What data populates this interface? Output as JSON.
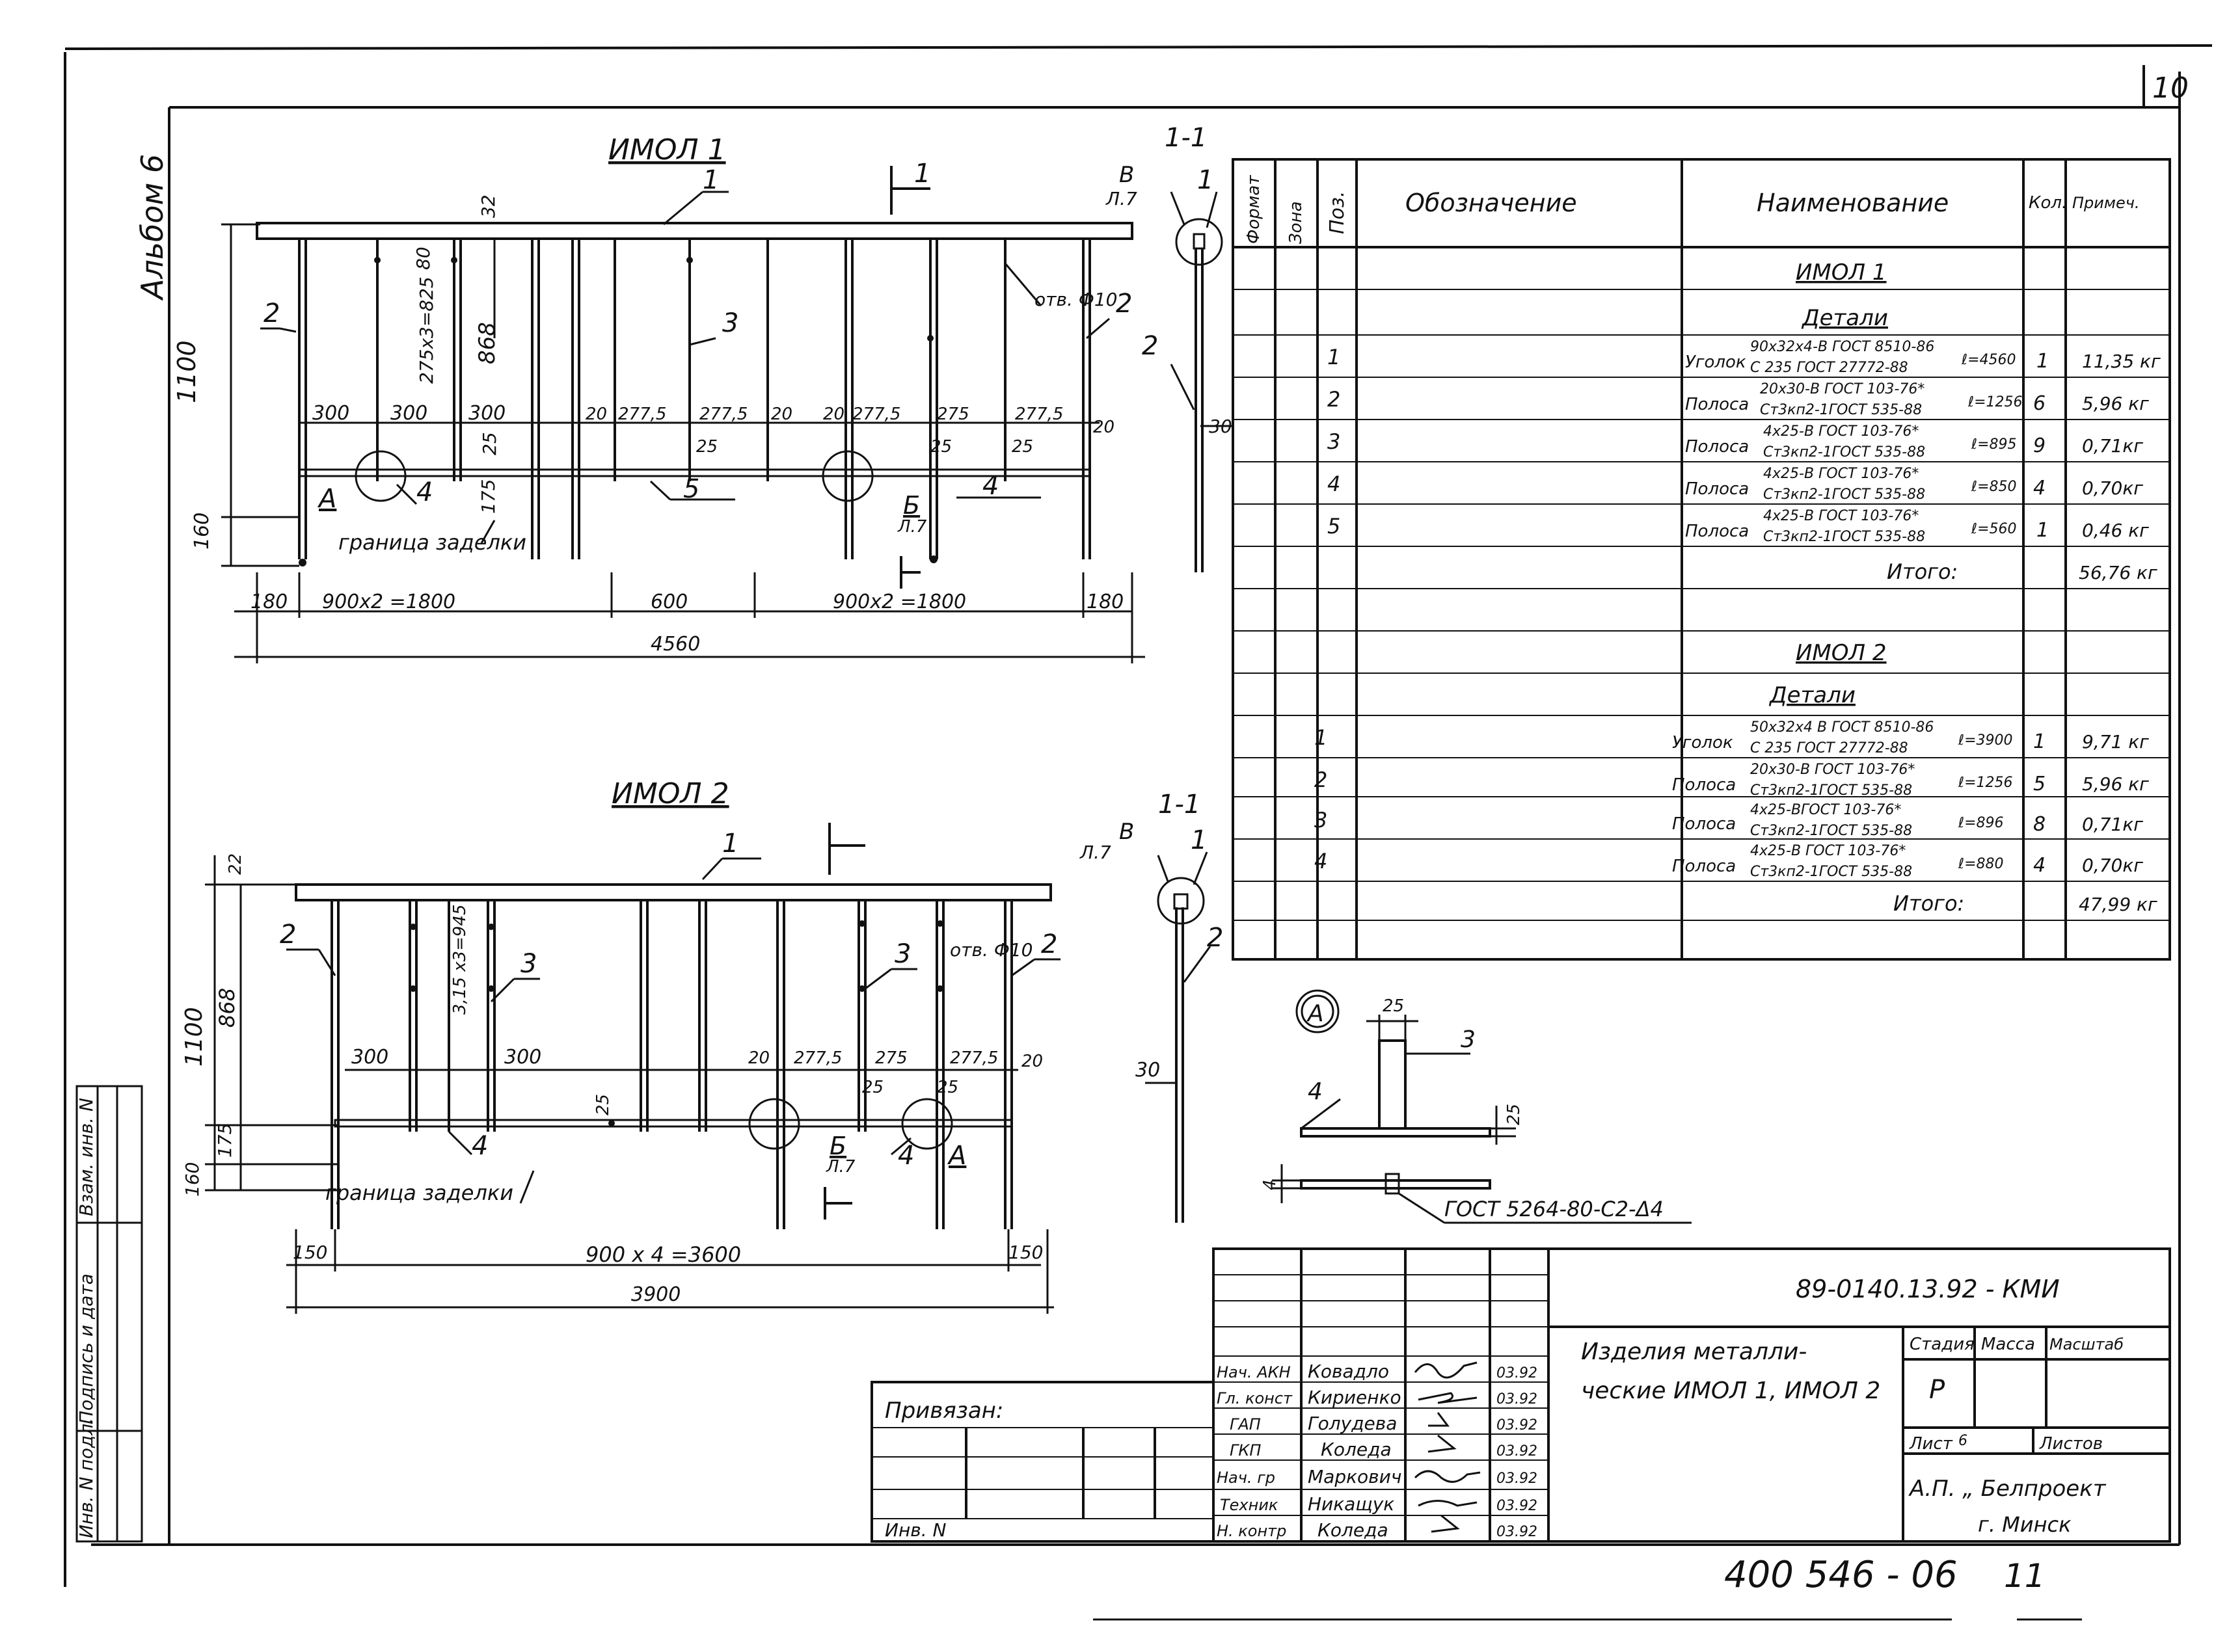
{
  "page_number": "10",
  "album_label": "Альбом 6",
  "drawing1": {
    "title": "ИМОЛ 1",
    "section_title": "1-1",
    "dims": {
      "height": "1100",
      "h868": "868",
      "h160": "160",
      "h175": "175",
      "h25": "25",
      "h32": "32",
      "h80": "80",
      "span300a": "300",
      "span300b": "300",
      "span300c": "300",
      "w20a": "20",
      "w2775a": "277,5",
      "w2775b": "277,5",
      "w20b": "20",
      "w20c": "20",
      "w2775c": "277,5",
      "w275": "275",
      "w2775d": "277,5",
      "w20d": "20",
      "w25a": "25",
      "w25b": "25",
      "w25c": "25",
      "inner": "275x3=825",
      "end180a": "180",
      "run1": "900x2 =1800",
      "mid600": "600",
      "run2": "900x2 =1800",
      "end180b": "180",
      "total": "4560"
    },
    "hole_label": "отв. Ф10",
    "boundary_label": "граница заделки",
    "callouts": {
      "a": "А",
      "b": "Б",
      "ref": "Л.7",
      "sec": "1",
      "p1": "1",
      "p2a": "2",
      "p2b": "2",
      "p3": "3",
      "p4a": "4",
      "p4b": "4",
      "p5": "5"
    },
    "section_labels": {
      "b": "В",
      "ref": "Л.7",
      "p1": "1",
      "p2": "2",
      "d30": "30"
    }
  },
  "drawing2": {
    "title": "ИМОЛ 2",
    "section_title": "1-1",
    "dims": {
      "h22": "22",
      "height": "1100",
      "h868": "868",
      "h175": "175",
      "h160": "160",
      "h25": "25",
      "span300a": "300",
      "inner": "3,15 x3=945",
      "span300b": "300",
      "w20a": "20",
      "w2775a": "277,5",
      "w275": "275",
      "w2775b": "277,5",
      "w20b": "20",
      "w25a": "25",
      "w25b": "25",
      "end150a": "150",
      "run": "900 x 4 =3600",
      "end150b": "150",
      "total": "3900"
    },
    "hole_label": "отв. Ф10",
    "boundary_label": "граница заделки",
    "callouts": {
      "a": "А",
      "b": "Б",
      "ref": "Л.7",
      "p1": "1",
      "p2a": "2",
      "p2b": "2",
      "p3a": "3",
      "p3b": "3",
      "p4a": "4",
      "p4b": "4"
    },
    "section_labels": {
      "b": "В",
      "ref": "Л.7",
      "p1": "1",
      "p2": "2",
      "d30": "30"
    }
  },
  "detail_a": {
    "label": "А",
    "d25top": "25",
    "p3": "3",
    "p4": "4",
    "d25": "25",
    "d4": "4",
    "weld_note": "ГОСТ 5264-80-С2-Δ4"
  },
  "spec_table": {
    "headers": {
      "format": "Формат",
      "zone": "Зона",
      "pos": "Поз.",
      "designation": "Обозначение",
      "name": "Наименование",
      "qty": "Кол.",
      "note": "Примеч."
    },
    "groups": [
      {
        "title": "ИМОЛ 1",
        "subtitle": "Детали",
        "rows": [
          {
            "pos": "1",
            "kind": "Уголок",
            "top": "90x32x4-В ГОСТ 8510-86",
            "bottom": "С 235 ГОСТ 27772-88",
            "len": "ℓ=4560",
            "qty": "1",
            "mass": "11,35 кг"
          },
          {
            "pos": "2",
            "kind": "Полоса",
            "top": "20x30-В ГОСТ 103-76*",
            "bottom": "Ст3кп2-1ГОСТ 535-88",
            "len": "ℓ=1256",
            "qty": "6",
            "mass": "5,96 кг"
          },
          {
            "pos": "3",
            "kind": "Полоса",
            "top": "4x25-В ГОСТ 103-76*",
            "bottom": "Ст3кп2-1ГОСТ 535-88",
            "len": "ℓ=895",
            "qty": "9",
            "mass": "0,71кг"
          },
          {
            "pos": "4",
            "kind": "Полоса",
            "top": "4x25-В ГОСТ 103-76*",
            "bottom": "Ст3кп2-1ГОСТ 535-88",
            "len": "ℓ=850",
            "qty": "4",
            "mass": "0,70кг"
          },
          {
            "pos": "5",
            "kind": "Полоса",
            "top": "4x25-В ГОСТ 103-76*",
            "bottom": "Ст3кп2-1ГОСТ 535-88",
            "len": "ℓ=560",
            "qty": "1",
            "mass": "0,46 кг"
          }
        ],
        "total_label": "Итого:",
        "total_value": "56,76 кг"
      },
      {
        "title": "ИМОЛ 2",
        "subtitle": "Детали",
        "rows": [
          {
            "pos": "1",
            "kind": "Уголок",
            "top": "50x32x4 В ГОСТ 8510-86",
            "bottom": "С 235 ГОСТ 27772-88",
            "len": "ℓ=3900",
            "qty": "1",
            "mass": "9,71 кг"
          },
          {
            "pos": "2",
            "kind": "Полоса",
            "top": "20x30-В ГОСТ 103-76*",
            "bottom": "Ст3кп2-1ГОСТ 535-88",
            "len": "ℓ=1256",
            "qty": "5",
            "mass": "5,96 кг"
          },
          {
            "pos": "3",
            "kind": "Полоса",
            "top": "4x25-ВГОСТ 103-76*",
            "bottom": "Ст3кп2-1ГОСТ 535-88",
            "len": "ℓ=896",
            "qty": "8",
            "mass": "0,71кг"
          },
          {
            "pos": "4",
            "kind": "Полоса",
            "top": "4x25-В ГОСТ 103-76*",
            "bottom": "Ст3кп2-1ГОСТ 535-88",
            "len": "ℓ=880",
            "qty": "4",
            "mass": "0,70кг"
          }
        ],
        "total_label": "Итого:",
        "total_value": "47,99 кг"
      }
    ]
  },
  "title_block": {
    "doc_code": "89-0140.13.92 - КМИ",
    "title_line1": "Изделия металли-",
    "title_line2": "ческие ИМОЛ 1, ИМОЛ 2",
    "stage_h": "Стадия",
    "mass_h": "Масса",
    "scale_h": "Масштаб",
    "stage": "Р",
    "sheet_label": "Лист",
    "sheet_num": "6",
    "sheets_label": "Листов",
    "org1": "А.П. „ Белпроект",
    "org2": "г. Минск",
    "tied_label": "Привязан:",
    "inv_label": "Инв. N",
    "signers": [
      {
        "role": "Нач. АКН",
        "name": "Ковадло",
        "date": "03.92"
      },
      {
        "role": "Гл. конст",
        "name": "Кириенко",
        "date": "03.92"
      },
      {
        "role": "ГАП",
        "name": "Голудева",
        "date": "03.92"
      },
      {
        "role": "ГКП",
        "name": "Коледа",
        "date": "03.92"
      },
      {
        "role": "Нач. гр",
        "name": "Маркович",
        "date": "03.92"
      },
      {
        "role": "Техник",
        "name": "Никащук",
        "date": "03.92"
      },
      {
        "role": "Н. контр",
        "name": "Коледа",
        "date": "03.92"
      }
    ]
  },
  "side_stamp": {
    "inv_orig": "Инв. N подл.",
    "sign_date": "Подпись и дата",
    "replace": "Взам. инв. N"
  },
  "footer": {
    "inventory": "400 546 - 06",
    "page": "11"
  }
}
